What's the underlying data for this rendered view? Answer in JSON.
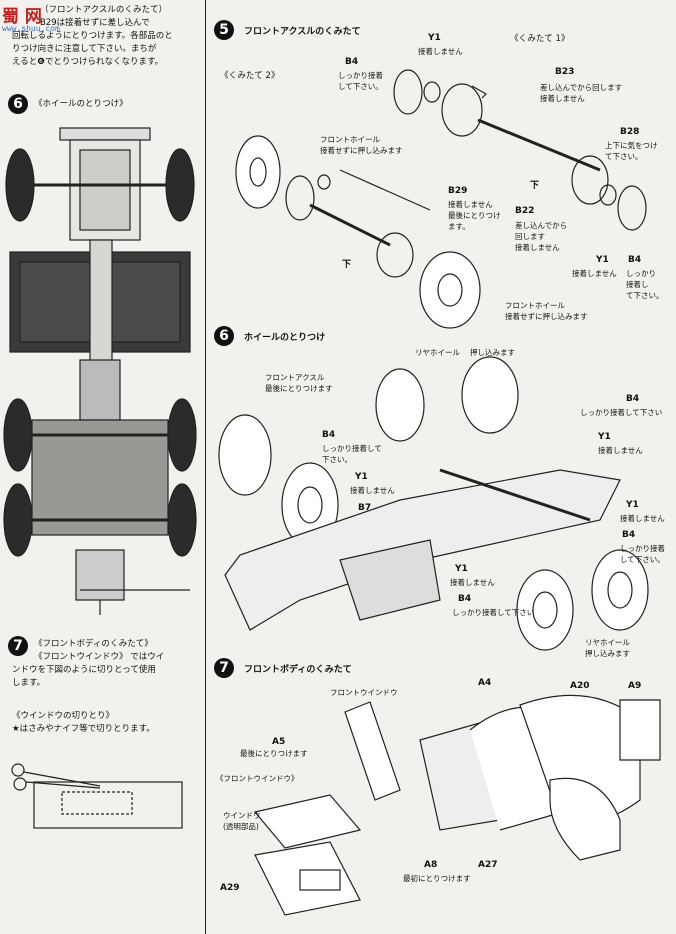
{
  "watermark": {
    "logo_text": "蜀 网",
    "url": "www.shuu.com"
  },
  "left_top": {
    "line1": "（フロントアクスルのくみたて）",
    "line2": "B29は接着せずに差し込んで",
    "line3": "回転しるようにとりつけます。各部品のと",
    "line4": "りつけ向きに注意して下さい。まちが",
    "line5": "えると❻でとりつけられなくなります。"
  },
  "steps": {
    "step6_left": {
      "number": "6",
      "title": "《ホイールのとりつけ》"
    },
    "step5": {
      "number": "5",
      "title": "フロントアクスルのくみたて"
    },
    "step6": {
      "number": "6",
      "title": "ホイールのとりつけ"
    },
    "step7_left": {
      "number": "7",
      "line1": "《フロントボディのくみたて》",
      "line2": "《フロントウインドウ》 ではウイ",
      "line3": "ンドウを下図のように切りとって使用",
      "line4": "します。"
    },
    "step7": {
      "number": "7",
      "title": "フロントボディのくみたて"
    }
  },
  "window_cut": {
    "title": "《ウインドウの切りとり》",
    "note": "★はさみやナイフ等で切りとります。"
  },
  "step5_labels": {
    "kumitate2": "《くみたて 2》",
    "kumitate1": "《くみたて 1》",
    "y1_top": {
      "part": "Y1",
      "note": "接着しません"
    },
    "b4_top": {
      "part": "B4",
      "note1": "しっかり接着",
      "note2": "して下さい。"
    },
    "b23": {
      "part": "B23",
      "note1": "差し込んでから回します",
      "note2": "接着しません"
    },
    "b28": {
      "part": "B28",
      "note1": "上下に気をつけ",
      "note2": "て下さい。"
    },
    "front_wheel1": {
      "name": "フロントホイール",
      "note": "接着せずに押し込みます"
    },
    "b29": {
      "part": "B29",
      "note1": "接着しません",
      "note2": "最後にとりつけ",
      "note3": "ます。"
    },
    "b22": {
      "part": "B22",
      "note1": "差し込んでから",
      "note2": "回します",
      "note3": "接着しません"
    },
    "y1_bottom": {
      "part": "Y1",
      "note": "接着しません"
    },
    "b4_bottom": {
      "part": "B4",
      "note1": "しっかり",
      "note2": "接着し",
      "note3": "て下さい。"
    },
    "front_wheel2": {
      "name": "フロントホイール",
      "note": "接着せずに押し込みます"
    },
    "down1": "下",
    "down2": "下"
  },
  "step6_labels": {
    "rear_wheel": {
      "name": "リヤホイール",
      "note": "押し込みます"
    },
    "front_axle": {
      "name": "フロントアクスル",
      "note": "最後にとりつけます"
    },
    "b4_a": {
      "part": "B4",
      "note": "しっかり接着して下さい"
    },
    "y1_a": {
      "part": "Y1",
      "note": "接着しません"
    },
    "b4_b": {
      "part": "B4",
      "note1": "しっかり接着して",
      "note2": "下さい。"
    },
    "y1_b": {
      "part": "Y1",
      "note": "接着しません"
    },
    "b7": {
      "part": "B7"
    },
    "y1_c": {
      "part": "Y1",
      "note": "接着しません"
    },
    "b4_c": {
      "part": "B4",
      "note": "しっかり接着して下さい"
    },
    "y1_d": {
      "part": "Y1",
      "note": "接着しません"
    },
    "b4_d": {
      "part": "B4",
      "note1": "しっかり接着",
      "note2": "して下さい。"
    },
    "rear_wheel2": {
      "name": "リヤホイール",
      "note": "押し込みます"
    }
  },
  "step7_labels": {
    "front_window": "フロントウインドウ",
    "a4": "A4",
    "a20": "A20",
    "a9": "A9",
    "a5": {
      "part": "A5",
      "note": "最後にとりつけます"
    },
    "front_window2": "《フロントウインドウ》",
    "window": {
      "name": "ウインドウ",
      "note": "(透明部品)"
    },
    "a8": {
      "part": "A8",
      "note": "最初にとりつけます"
    },
    "a27": "A27",
    "a29": "A29"
  }
}
